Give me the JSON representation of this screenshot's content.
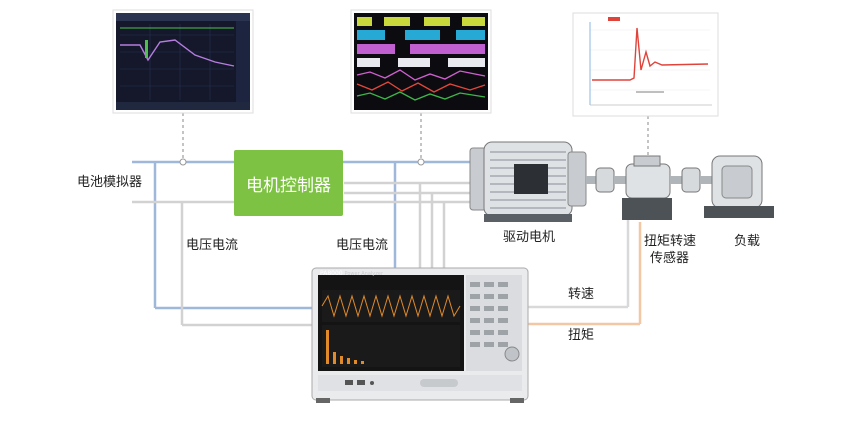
{
  "labels": {
    "battery_simulator": "电池模拟器",
    "motor_controller": "电机控制器",
    "voltage_current_left": "电压电流",
    "voltage_current_right": "电压电流",
    "drive_motor": "驱动电机",
    "torque_speed_sensor_line1": "扭矩转速",
    "torque_speed_sensor_line2": "传感器",
    "load": "负载",
    "speed": "转速",
    "torque": "扭矩"
  },
  "instrument": {
    "model": "PA8000",
    "subtitle": "Power Analyzer"
  },
  "colors": {
    "controller_green": "#7dc242",
    "line_blue": "#9fb8d9",
    "line_gray": "#d2d2d2",
    "line_orange": "#f3c7a3"
  }
}
